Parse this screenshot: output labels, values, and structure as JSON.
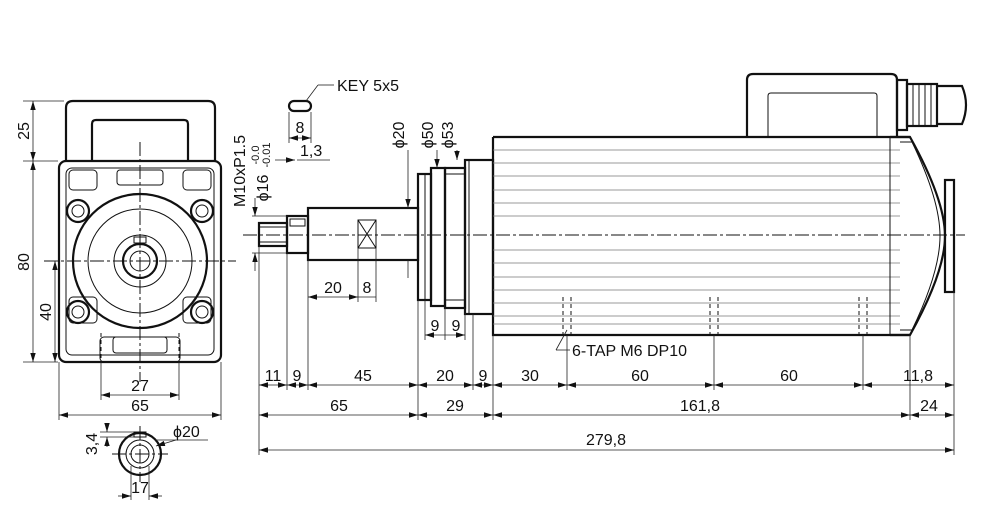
{
  "front_view": {
    "dim_25": "25",
    "dim_80": "80",
    "dim_40": "40",
    "dim_27": "27",
    "dim_65": "65"
  },
  "shaft_section": {
    "dim_3_4": "3,4",
    "dim_phi20": "ϕ20",
    "dim_17": "17"
  },
  "key": {
    "label": "KEY 5x5",
    "dim_8": "8",
    "dim_1_3": "1,3"
  },
  "side_view": {
    "thread": "M10xP1.5",
    "phi16": "ϕ16",
    "phi16_tol_upper": "-0.0",
    "phi16_tol_lower": "-0.01",
    "phi20": "ϕ20",
    "phi50": "ϕ50",
    "phi53": "ϕ53",
    "dim_20": "20",
    "dim_8": "8",
    "dim_9a": "9",
    "dim_9b": "9",
    "tap_note": "6-TAP M6 DP10"
  },
  "dimension_rows": {
    "row1": [
      "11",
      "9",
      "45",
      "20",
      "9",
      "30",
      "60",
      "60",
      "11,8"
    ],
    "row2": [
      "65",
      "29",
      "161,8",
      "24"
    ],
    "row3": [
      "279,8"
    ]
  }
}
